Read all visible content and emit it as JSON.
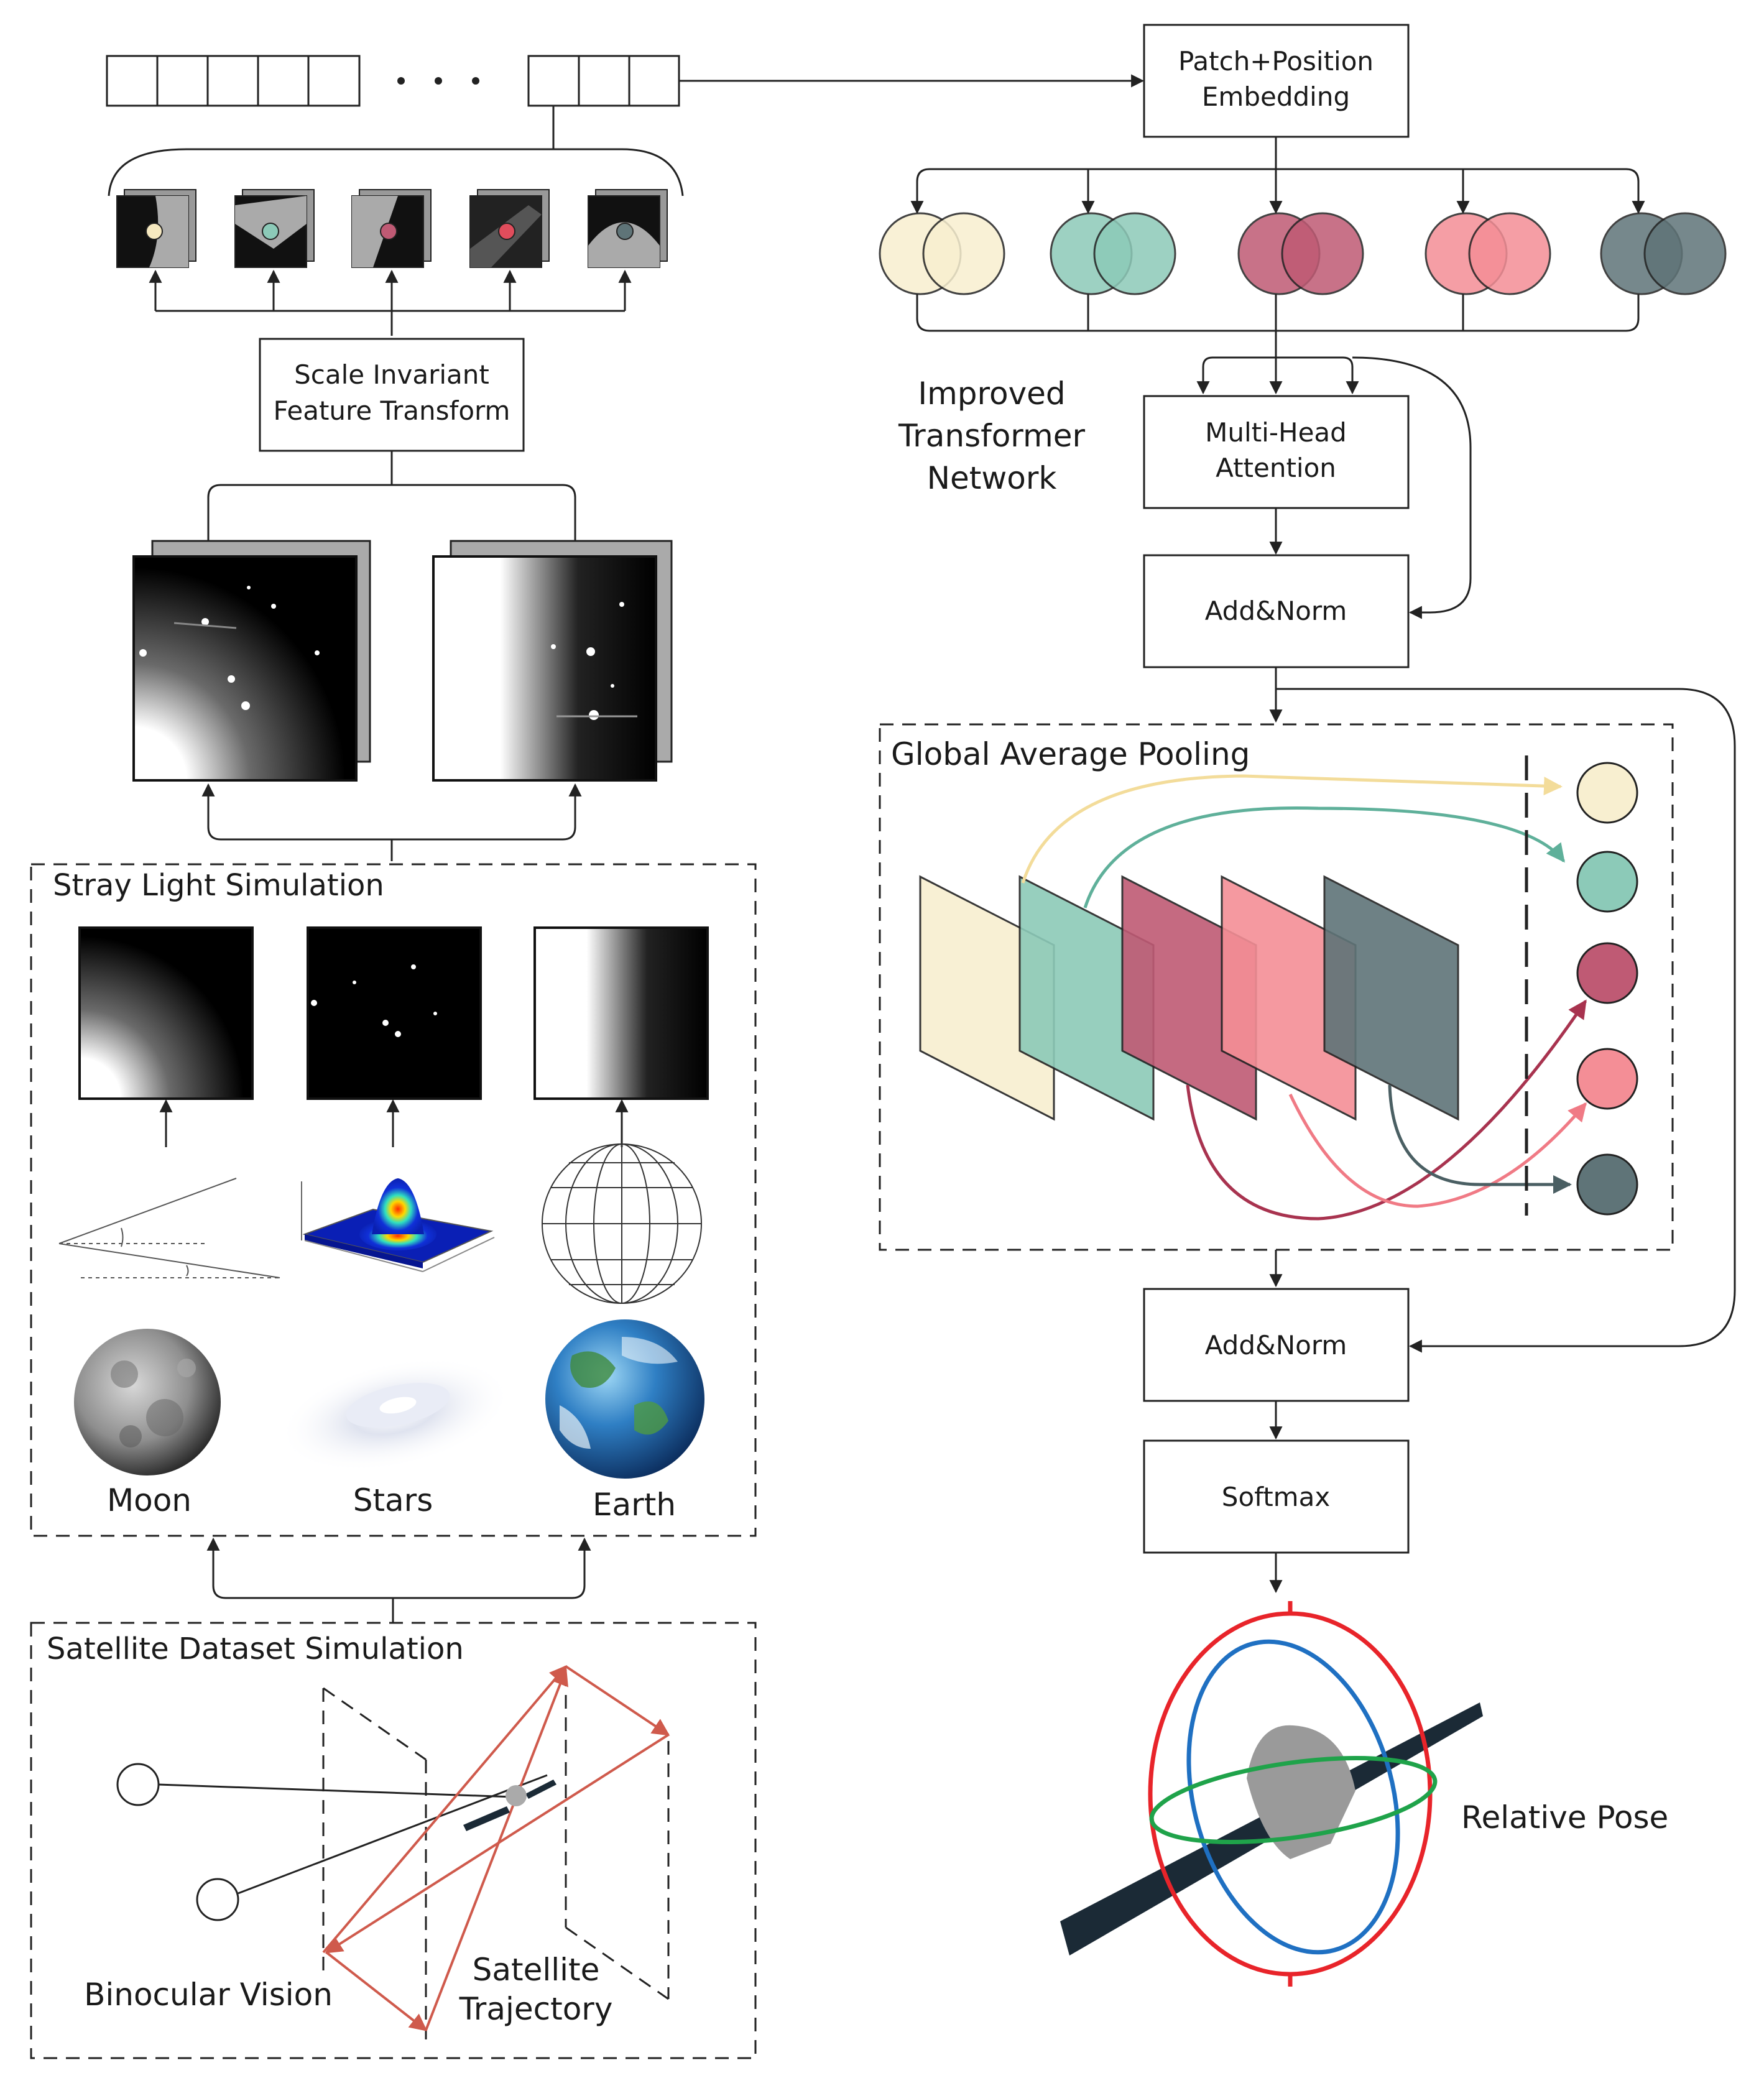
{
  "labels": {
    "patch_embedding": [
      "Patch+Position",
      "Embedding"
    ],
    "sift": [
      "Scale Invariant",
      "Feature Transform"
    ],
    "improved_transformer": [
      "Improved",
      "Transformer",
      "Network"
    ],
    "multi_head_attention": [
      "Multi-Head",
      "Attention"
    ],
    "add_norm_1": "Add&Norm",
    "global_average_pooling": "Global Average Pooling",
    "add_norm_2": "Add&Norm",
    "softmax": "Softmax",
    "relative_pose": "Relative Pose",
    "stray_light_simulation": "Stray Light Simulation",
    "moon": "Moon",
    "stars": "Stars",
    "earth": "Earth",
    "satellite_dataset_simulation": "Satellite Dataset Simulation",
    "binocular_vision": "Binocular Vision",
    "satellite_trajectory": [
      "Satellite",
      "Trajectory"
    ]
  },
  "colors": {
    "token_cream": "#f8efd0",
    "token_teal": "#8ccab8",
    "token_crimson": "#bf5a74",
    "token_pink": "#f48e96",
    "token_slate": "#5f7478",
    "trajectory_red": "#cf5a4c",
    "pose_red": "#e8242a",
    "pose_blue": "#1f70c2",
    "pose_green": "#1fa34a"
  },
  "icons": [
    "moon-image",
    "galaxy-image",
    "earth-image",
    "globe-wireframe-icon",
    "gaussian-surface-plot",
    "geometry-sketch",
    "satellite-model",
    "camera-icon"
  ]
}
